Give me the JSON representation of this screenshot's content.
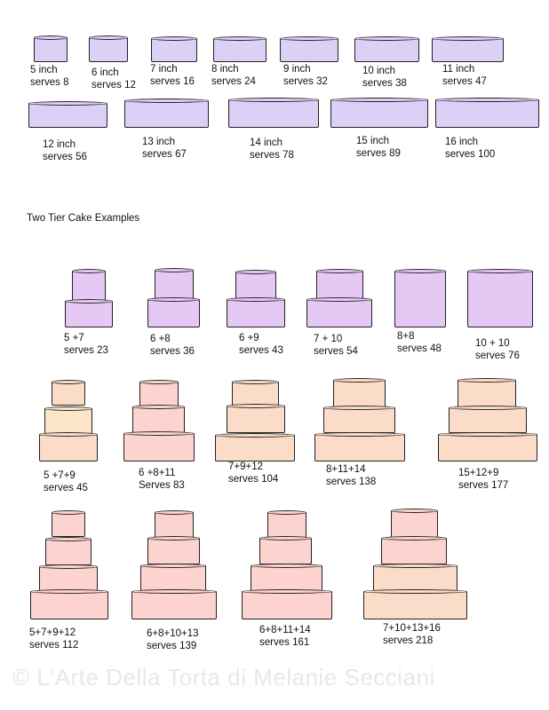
{
  "colors": {
    "lavender": "#dcd0f7",
    "violet": "#e6c8f5",
    "peach": "#fbdcc8",
    "pink": "#fcd3cf",
    "outline": "#222222"
  },
  "single_tiers": [
    {
      "size": "5 inch",
      "serves": "serves 8"
    },
    {
      "size": "6 inch",
      "serves": "serves 12"
    },
    {
      "size": "7 inch",
      "serves": "serves 16"
    },
    {
      "size": "8 inch",
      "serves": "serves 24"
    },
    {
      "size": "9 inch",
      "serves": "serves 32"
    },
    {
      "size": "10 inch",
      "serves": "serves 38"
    },
    {
      "size": "11 inch",
      "serves": "serves 47"
    },
    {
      "size": "12 inch",
      "serves": "serves 56"
    },
    {
      "size": "13 inch",
      "serves": "serves 67"
    },
    {
      "size": "14 inch",
      "serves": "serves 78"
    },
    {
      "size": "15 inch",
      "serves": "serves 89"
    },
    {
      "size": "16 inch",
      "serves": "serves 100"
    }
  ],
  "section_heading": "Two Tier Cake Examples",
  "two_tier": [
    {
      "combo": "5 +7",
      "serves": "serves 23"
    },
    {
      "combo": "6 +8",
      "serves": "serves 36"
    },
    {
      "combo": "6 +9",
      "serves": "serves 43"
    },
    {
      "combo": "7 + 10",
      "serves": "serves 54"
    },
    {
      "combo": "8+8",
      "serves": "serves 48"
    },
    {
      "combo": "10 + 10",
      "serves": "serves 76"
    }
  ],
  "three_tier": [
    {
      "combo": "5 +7+9",
      "serves": "serves 45"
    },
    {
      "combo": "6 +8+11",
      "serves": "Serves 83"
    },
    {
      "combo": "7+9+12",
      "serves": "serves 104"
    },
    {
      "combo": "8+11+14",
      "serves": "serves 138"
    },
    {
      "combo": "15+12+9",
      "serves": "serves 177"
    }
  ],
  "four_tier": [
    {
      "combo": "5+7+9+12",
      "serves": "serves 112"
    },
    {
      "combo": "6+8+10+13",
      "serves": "serves 139"
    },
    {
      "combo": "6+8+11+14",
      "serves": "serves 161"
    },
    {
      "combo": "7+10+13+16",
      "serves": "serves 218"
    }
  ],
  "watermark": "© L'Arte Della Torta di Melanie Secciani"
}
